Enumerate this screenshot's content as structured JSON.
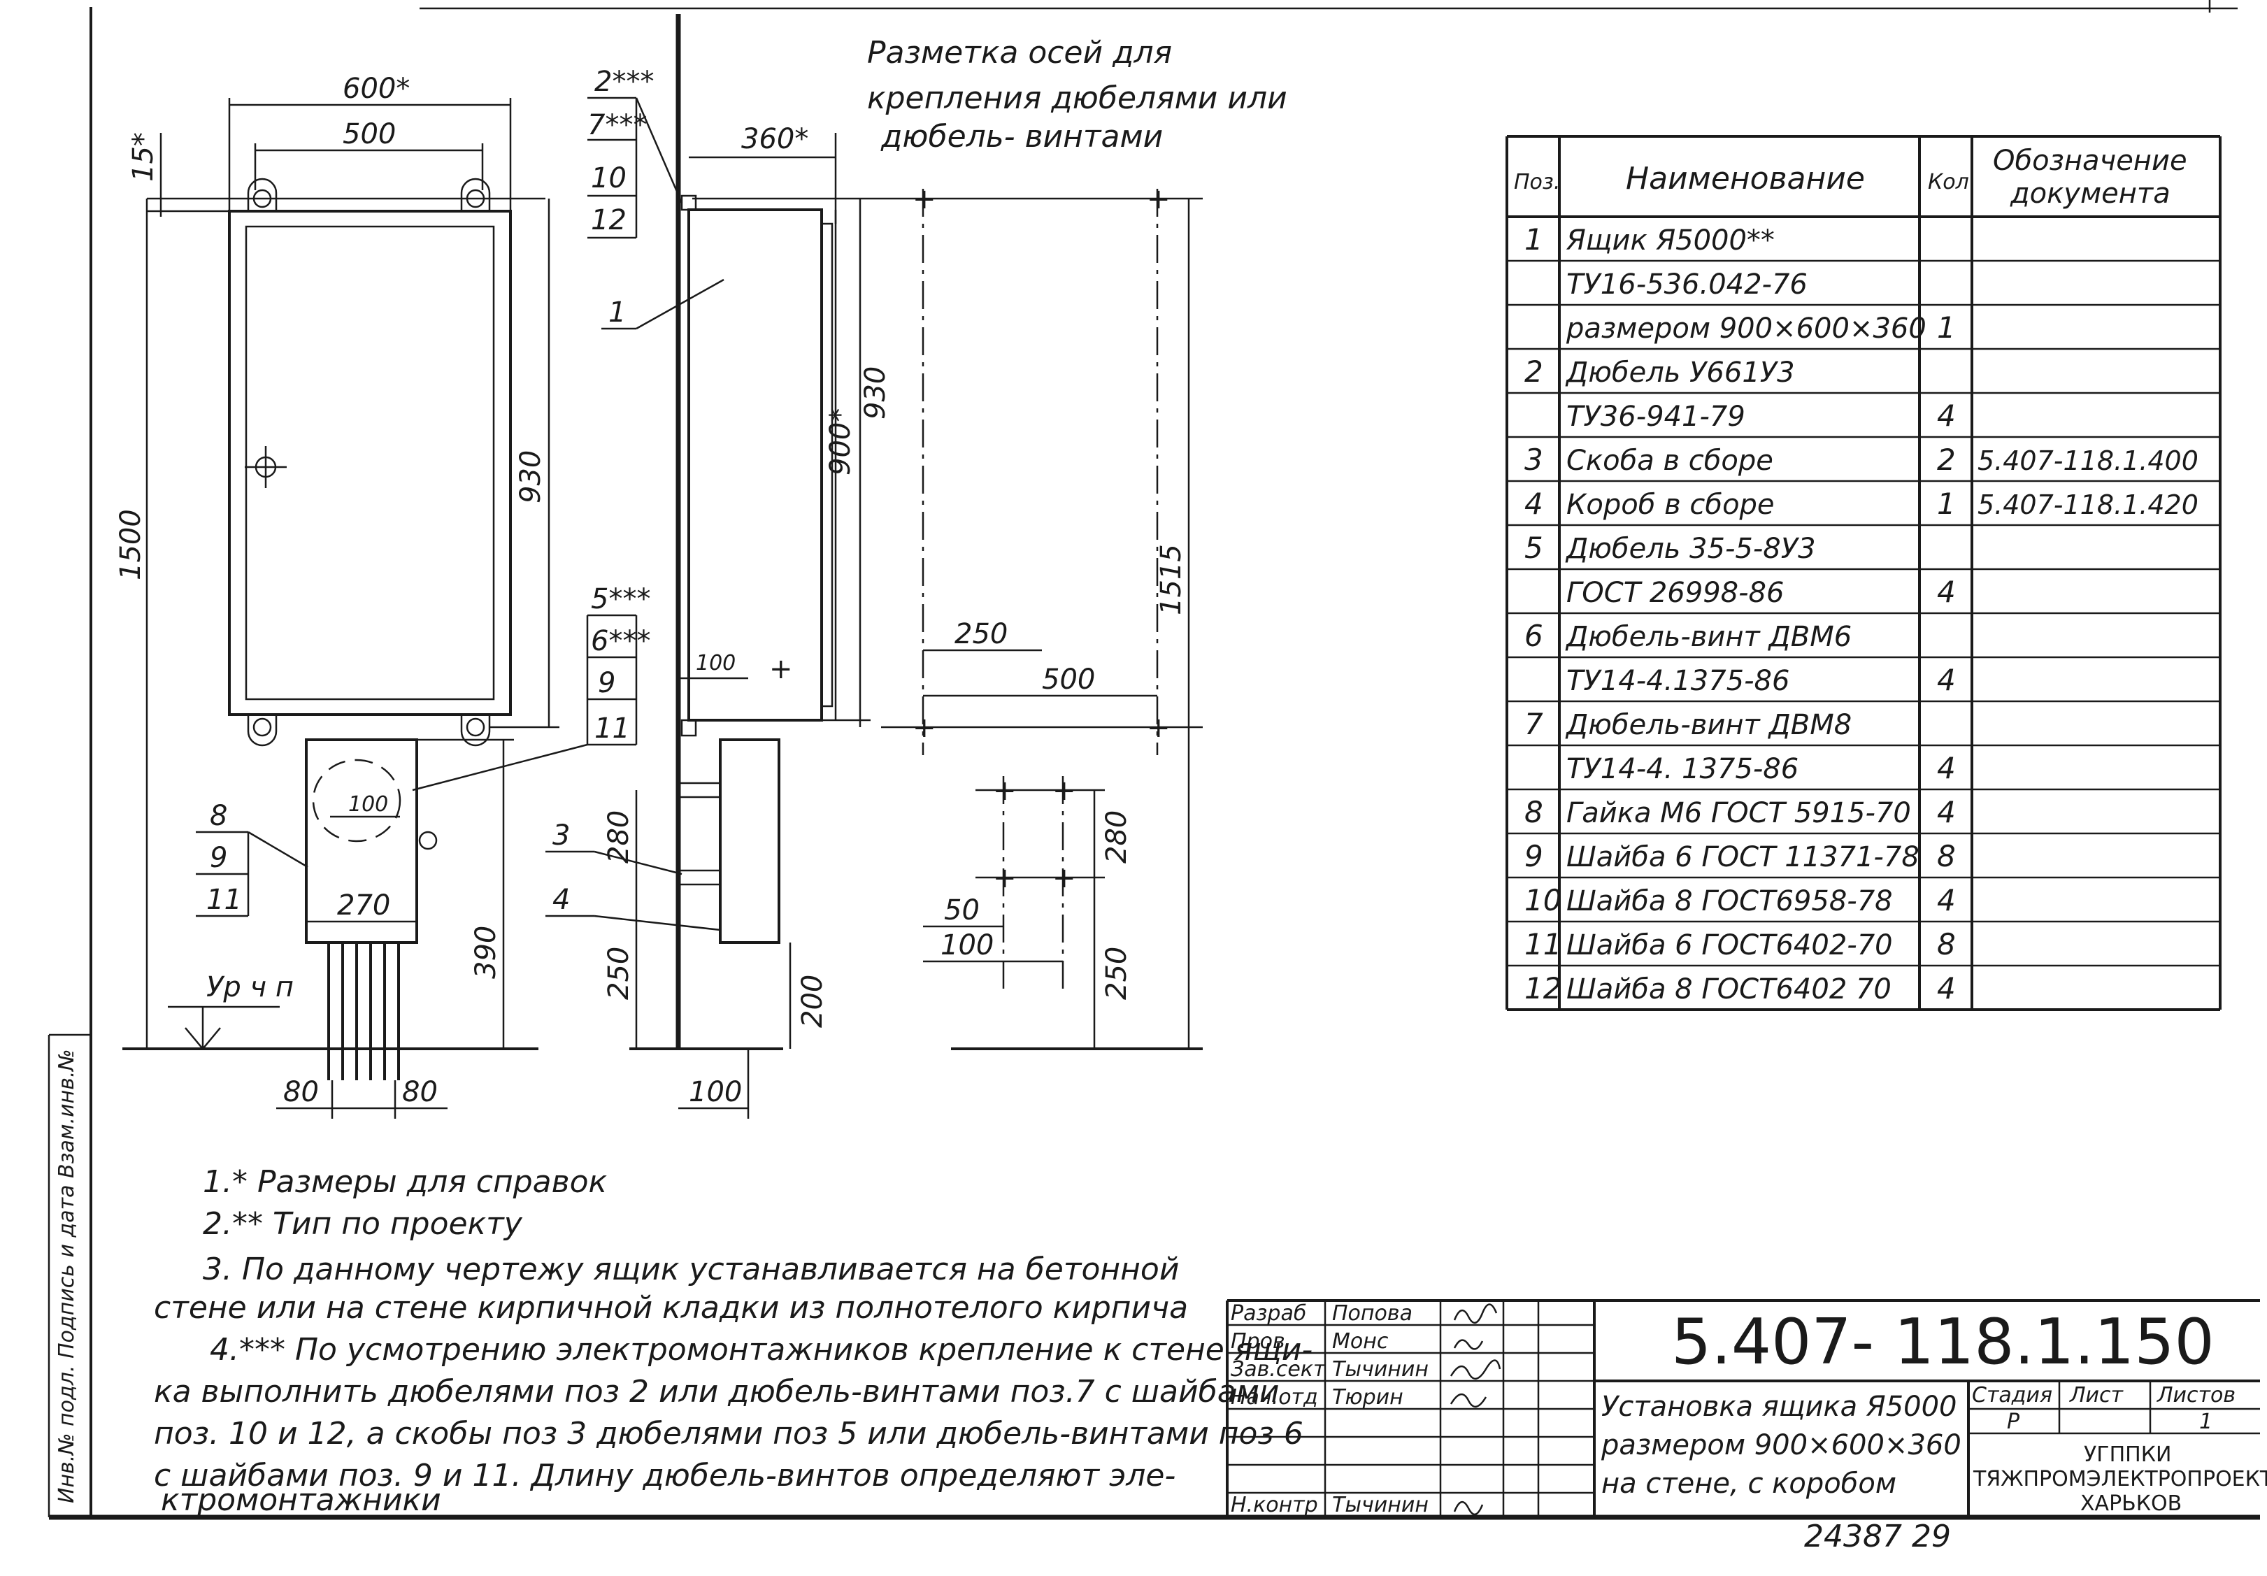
{
  "drawing": {
    "axes_caption": [
      "Разметка осей для",
      "крепления дюбелями или",
      "дюбель- винтами"
    ],
    "front_dims": {
      "width_total": "600*",
      "width_holes": "500",
      "top_offset": "15*",
      "height_total": "1500",
      "height_holes": "930",
      "box_width": "270",
      "box_holes": "100",
      "box_height": "390",
      "pipe_left": "80",
      "pipe_right": "80",
      "floor_level": "Ур ч п"
    },
    "side_dims": {
      "depth": "360*",
      "height_900": "900*",
      "height_930": "930",
      "box_offset": "100",
      "bracket_gap": "280",
      "bracket_low": "250",
      "bracket_depth": "200",
      "wall_offset": "100"
    },
    "axes_dims": {
      "h250": "250",
      "h500": "500",
      "v1515": "1515",
      "v280": "280",
      "v250": "250",
      "h50": "50",
      "h100": "100"
    },
    "callouts_top_side": [
      "2***",
      "7***",
      "10",
      "12"
    ],
    "callouts_mid_side": [
      "5***",
      "6***",
      "9",
      "11"
    ],
    "callouts_front": [
      "8",
      "9",
      "11"
    ],
    "callout_1": "1",
    "callout_3": "3",
    "callout_4": "4"
  },
  "spec_table": {
    "headers": [
      "Поз.",
      "Наименование",
      "Кол",
      "Обозначение документа"
    ],
    "rows": [
      {
        "pos": "1",
        "name": "Ящик Я5000**",
        "qty": "",
        "doc": ""
      },
      {
        "pos": "",
        "name": "ТУ16-536.042-76",
        "qty": "",
        "doc": ""
      },
      {
        "pos": "",
        "name": "размером 900×600×360",
        "qty": "1",
        "doc": ""
      },
      {
        "pos": "2",
        "name": "Дюбель У661У3",
        "qty": "",
        "doc": ""
      },
      {
        "pos": "",
        "name": "ТУ36-941-79",
        "qty": "4",
        "doc": ""
      },
      {
        "pos": "3",
        "name": "Скоба в сборе",
        "qty": "2",
        "doc": "5.407-118.1.400"
      },
      {
        "pos": "4",
        "name": "Короб в сборе",
        "qty": "1",
        "doc": "5.407-118.1.420"
      },
      {
        "pos": "5",
        "name": "Дюбель 35-5-8У3",
        "qty": "",
        "doc": ""
      },
      {
        "pos": "",
        "name": "ГОСТ 26998-86",
        "qty": "4",
        "doc": ""
      },
      {
        "pos": "6",
        "name": "Дюбель-винт ДВМ6",
        "qty": "",
        "doc": ""
      },
      {
        "pos": "",
        "name": "ТУ14-4.1375-86",
        "qty": "4",
        "doc": ""
      },
      {
        "pos": "7",
        "name": "Дюбель-винт ДВМ8",
        "qty": "",
        "doc": ""
      },
      {
        "pos": "",
        "name": "ТУ14-4. 1375-86",
        "qty": "4",
        "doc": ""
      },
      {
        "pos": "8",
        "name": "Гайка М6 ГОСТ 5915-70",
        "qty": "4",
        "doc": ""
      },
      {
        "pos": "9",
        "name": "Шайба 6 ГОСТ 11371-78",
        "qty": "8",
        "doc": ""
      },
      {
        "pos": "10",
        "name": "Шайба 8 ГОСТ6958-78",
        "qty": "4",
        "doc": ""
      },
      {
        "pos": "11",
        "name": "Шайба 6 ГОСТ6402-70",
        "qty": "8",
        "doc": ""
      },
      {
        "pos": "12",
        "name": "Шайба 8 ГОСТ6402 70",
        "qty": "4",
        "doc": ""
      }
    ]
  },
  "notes": [
    "1.* Размеры для справок",
    "2.** Тип по проекту",
    "3. По данному чертежу ящик устанавливается на бетонной",
    "стене или на стене кирпичной кладки из полнотелого кирпича",
    "4.*** По усмотрению электромонтажников крепление к стене ящи-",
    "ка выполнить дюбелями поз 2 или дюбель-винтами поз.7 с шайбами",
    "поз. 10 и 12, а скобы поз 3 дюбелями поз 5 или дюбель-винтами поз 6",
    "с шайбами поз. 9 и 11. Длину дюбель-винтов определяют эле-",
    "ктромонтажники"
  ],
  "title_block": {
    "drawing_number": "5.407- 118.1.150",
    "title_lines": [
      "Установка ящика Я5000",
      "размером 900×600×360",
      "на стене, с коробом"
    ],
    "stage_label": "Стадия",
    "sheet_label": "Лист",
    "sheets_label": "Листов",
    "stage": "Р",
    "sheets": "1",
    "org_lines": [
      "УГППКИ",
      "ТЯЖПРОМЭЛЕКТРОПРОЕКТ",
      "ХАРЬКОВ"
    ],
    "roles": [
      {
        "role": "Разраб",
        "name": "Попова"
      },
      {
        "role": "Пров",
        "name": "Монс"
      },
      {
        "role": "Зав.сект",
        "name": "Тычинин"
      },
      {
        "role": "Нач.отд",
        "name": "Тюрин"
      },
      {
        "role": "",
        "name": ""
      },
      {
        "role": "",
        "name": ""
      },
      {
        "role": "Н.контр",
        "name": "Тычинин"
      }
    ],
    "footer_number": "24387 29"
  },
  "side_stamp": "Инв.№ подл. Подпись и дата Взам.инв.№"
}
